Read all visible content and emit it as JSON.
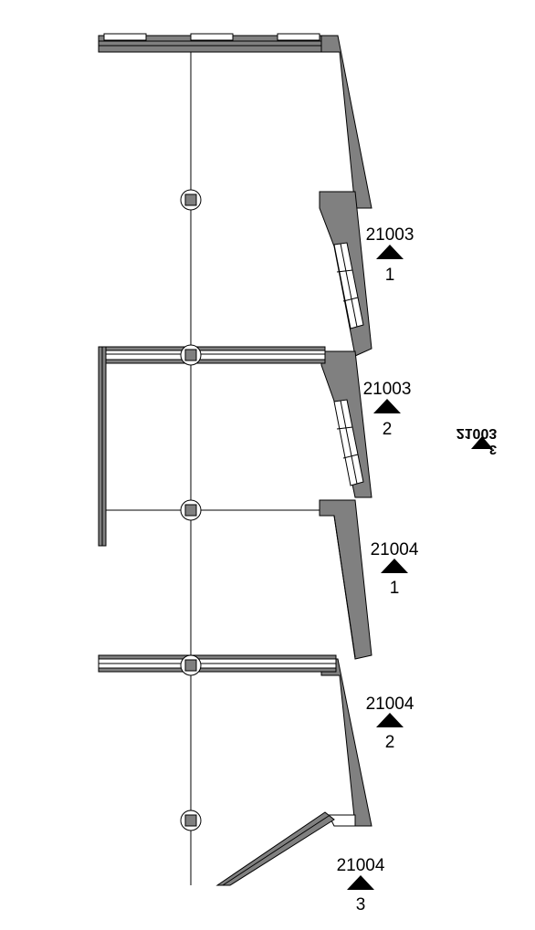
{
  "section_markers": [
    {
      "sheet": "21003",
      "number": "1"
    },
    {
      "sheet": "21003",
      "number": "2"
    },
    {
      "sheet": "21004",
      "number": "1"
    },
    {
      "sheet": "21004",
      "number": "2"
    },
    {
      "sheet": "21004",
      "number": "3"
    }
  ],
  "mirrored_marker": {
    "sheet": "21003",
    "number": "3"
  },
  "colors": {
    "wall_fill": "#808080",
    "line": "#000000",
    "background": "#ffffff"
  }
}
